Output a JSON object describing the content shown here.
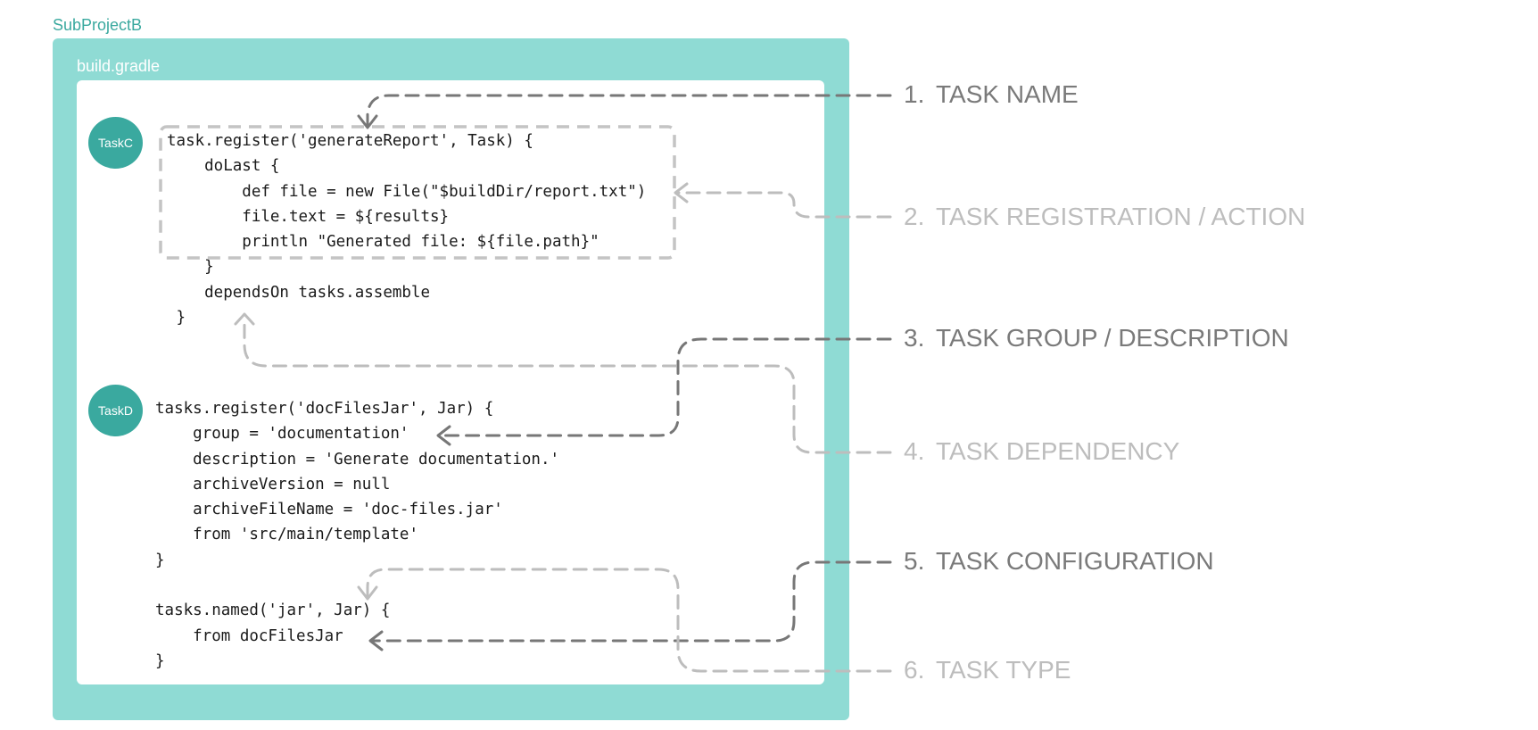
{
  "project": {
    "title": "SubProjectB"
  },
  "file": {
    "title": "build.gradle"
  },
  "blocks": [
    {
      "badge": "TaskC",
      "lines": [
        "task.register('generateReport', Task) {",
        "    doLast {",
        "        def file = new File(\"$buildDir/report.txt\")",
        "        file.text = ${results}",
        "        println \"Generated file: ${file.path}\"",
        "    }",
        "    dependsOn tasks.assemble",
        " }"
      ]
    },
    {
      "badge": "TaskD",
      "lines": [
        "tasks.register('docFilesJar', Jar) {",
        "    group = 'documentation'",
        "    description = 'Generate documentation.'",
        "    archiveVersion = null",
        "    archiveFileName = 'doc-files.jar'",
        "    from 'src/main/template'",
        "}",
        "",
        "tasks.named('jar', Jar) {",
        "    from docFilesJar",
        "}"
      ]
    }
  ],
  "callouts": [
    {
      "number": "1.",
      "label": "TASK NAME",
      "tone": "dark"
    },
    {
      "number": "2.",
      "label": "TASK REGISTRATION / ACTION",
      "tone": "light"
    },
    {
      "number": "3.",
      "label": "TASK GROUP / DESCRIPTION",
      "tone": "dark"
    },
    {
      "number": "4.",
      "label": "TASK DEPENDENCY",
      "tone": "light"
    },
    {
      "number": "5.",
      "label": "TASK CONFIGURATION",
      "tone": "dark"
    },
    {
      "number": "6.",
      "label": "TASK TYPE",
      "tone": "light"
    }
  ],
  "colors": {
    "accent": "#3aa99f",
    "panel": "#8fdbd4",
    "dark_connector": "#777777",
    "light_connector": "#bdbdbd"
  }
}
